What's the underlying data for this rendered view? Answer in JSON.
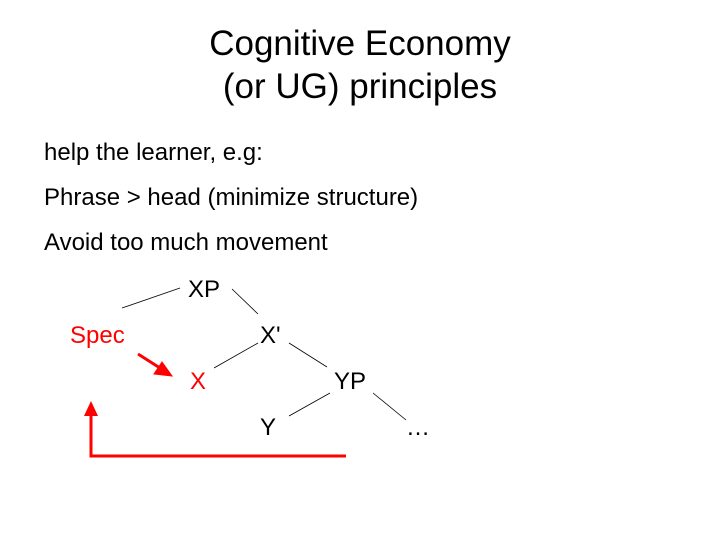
{
  "slide": {
    "title_line1": "Cognitive Economy",
    "title_line2": "(or UG) principles",
    "bullets": [
      "help the learner, e.g:",
      "Phrase > head (minimize structure)",
      "Avoid too much movement"
    ],
    "tree": {
      "xp": "XP",
      "spec": "Spec",
      "xbar": "X'",
      "x": "X",
      "yp": "YP",
      "y": "Y",
      "ellipsis": "…"
    },
    "colors": {
      "text": "#000000",
      "accent": "#ff0000",
      "line": "#000000"
    }
  }
}
